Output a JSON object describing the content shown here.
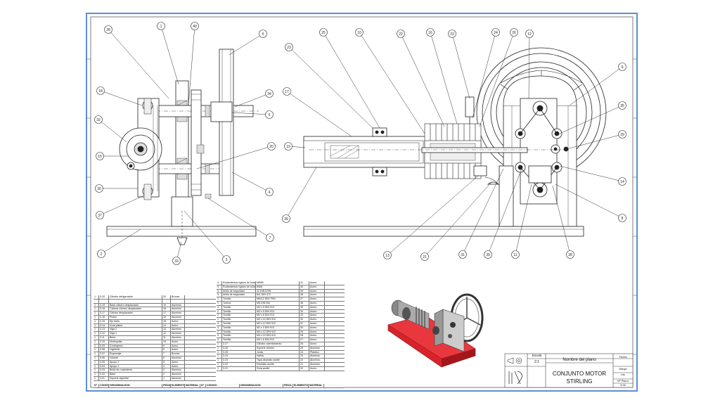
{
  "title_block": {
    "scale_label": "Escala",
    "scale_value": "2:1",
    "name_label": "Nombre del plano",
    "title_line1": "CONJUNTO MOTOR",
    "title_line2": "STIRLING",
    "date_label": "Fecha",
    "author_label": "Dibujó",
    "author_value": "ms",
    "number_label": "Nº Plano",
    "number_value": "3.00"
  },
  "colors": {
    "frame": "#5b8fd6",
    "line": "#222222",
    "base_red": "#d8232a"
  },
  "balloons_left": [
    "28",
    "1",
    "40",
    "6",
    "18",
    "32",
    "34",
    "15",
    "5",
    "20",
    "30",
    "37",
    "4",
    "2",
    "33",
    "3",
    "7"
  ],
  "balloons_right": [
    "25",
    "10",
    "22",
    "16",
    "23",
    "24",
    "26",
    "12",
    "17",
    "23",
    "19",
    "9",
    "35",
    "29",
    "14",
    "8",
    "36",
    "13",
    "21",
    "31",
    "39",
    "11",
    "28"
  ],
  "bom_left": {
    "header": [
      "Nº",
      "Código",
      "Denominación",
      "Pieza",
      "Elemento",
      "Material"
    ],
    "footer": [
      "Nº",
      "CÓDIGO",
      "DENOMINACIÓN",
      "PIEZA",
      "ELEMENTO",
      "MATERIAL"
    ],
    "rows": [
      [
        "1",
        "3.20",
        "Cilindro refrigeración",
        "20",
        "Bronce"
      ],
      [
        "",
        "",
        "",
        "",
        ""
      ],
      [
        "1",
        "3.19",
        "Base cilindro desplazador",
        "19",
        "Aluminio"
      ],
      [
        "1",
        "3.18",
        "Cabeza cilindro desplazador",
        "18",
        "Aluminio"
      ],
      [
        "1",
        "3.17",
        "Cilindro desplazador",
        "17",
        "Aluminio"
      ],
      [
        "1",
        "3.16",
        "Pistón",
        "16",
        "Aluminio"
      ],
      [
        "1",
        "3.15",
        "Eje biela",
        "15",
        "Acero"
      ],
      [
        "1",
        "3.14",
        "Guía pistón",
        "14",
        "Acero"
      ],
      [
        "1",
        "3.13",
        "Viga 2",
        "13",
        "Aluminio"
      ],
      [
        "1",
        "3.12",
        "Viga 1",
        "12",
        "Aluminio"
      ],
      [
        "1",
        "3.11",
        "Biela",
        "11",
        "Aluminio"
      ],
      [
        "1",
        "3.10",
        "Muñequilla",
        "10",
        "Acero"
      ],
      [
        "1",
        "3.09",
        "Contrapeso",
        "9",
        "Acero"
      ],
      [
        "1",
        "3.08",
        "Cigüeñal",
        "8",
        "Acero"
      ],
      [
        "1",
        "3.07",
        "Engranaje",
        "7",
        "Bronce"
      ],
      [
        "1",
        "3.06",
        "Volante",
        "6",
        "Aluminio"
      ],
      [
        "1",
        "3.05",
        "Apoyo 2",
        "5",
        "Acero"
      ],
      [
        "1",
        "3.04",
        "Apoyo 1",
        "4",
        "Acero"
      ],
      [
        "1",
        "3.03",
        "Brida de rodamiento",
        "3",
        "Aluminio"
      ],
      [
        "1",
        "3.02",
        "Base",
        "2",
        "Aluminio"
      ],
      [
        "1",
        "3.01",
        "Soporte cigüeñal",
        "1",
        "Aluminio"
      ]
    ]
  },
  "bom_right": {
    "rows": [
      [
        "4",
        "Rodamientos rígidos de bolas",
        "MR85",
        "41",
        "Acero"
      ],
      [
        "4",
        "Rodamientos rígidos de bolas",
        "6/8/8",
        "40",
        "Acero"
      ],
      [
        "4",
        "Anillo de seguridad",
        "12 DIN 6799",
        "39",
        "Acero"
      ],
      [
        "4",
        "Anillo de seguridad",
        "8x1 DIN 472",
        "38",
        "Acero"
      ],
      [
        "1",
        "Tornillo",
        "M6x12 DIN 7991",
        "37",
        "Acero"
      ],
      [
        "1",
        "Tuerca",
        "M5 DIN 934",
        "36",
        "Acero"
      ],
      [
        "4",
        "Tornillo",
        "M3 x 5 DIN 913",
        "35",
        "Acero"
      ],
      [
        "2",
        "Tornillo",
        "M3 x 5 DIN 913",
        "34",
        "Acero"
      ],
      [
        "2",
        "Tornillo",
        "M3 x 8 DIN 913",
        "33",
        "Acero"
      ],
      [
        "1",
        "Tornillo",
        "M3 x 10 DIN 912",
        "32",
        "Acero"
      ],
      [
        "4",
        "Tornillo",
        "M3 x 12 DIN 912",
        "31",
        "Acero"
      ],
      [
        "4",
        "Tornillo",
        "M2 x 3 DIN 913",
        "30",
        "Acero"
      ],
      [
        "2",
        "Tornillo",
        "M4 x 12 DIN 912",
        "29",
        "Acero"
      ],
      [
        "4",
        "Tornillo",
        "M3 x 10 DIN 912",
        "28",
        "Acero"
      ],
      [
        "4",
        "Tornillo",
        "M3 x 6 DIN 912",
        "27",
        "Acero"
      ],
      [
        "1",
        "3.27",
        "Cilindro calentamiento",
        "26",
        "Acero"
      ],
      [
        "1",
        "3.26",
        "Soporte cilindro",
        "25",
        "Aluminio"
      ],
      [
        "1",
        "3.25",
        "Junta",
        "24",
        "Plástico"
      ],
      [
        "1",
        "3.24",
        "Varilla",
        "23",
        "Aluminio"
      ],
      [
        "1",
        "3.23",
        "Tapa depósito aceite",
        "22",
        "Aluminio"
      ],
      [
        "1",
        "3.22",
        "Depósito aceite",
        "21",
        "Aluminio"
      ],
      [
        "1",
        "3.21",
        "Guía aceite",
        "20",
        "Acero"
      ]
    ]
  }
}
